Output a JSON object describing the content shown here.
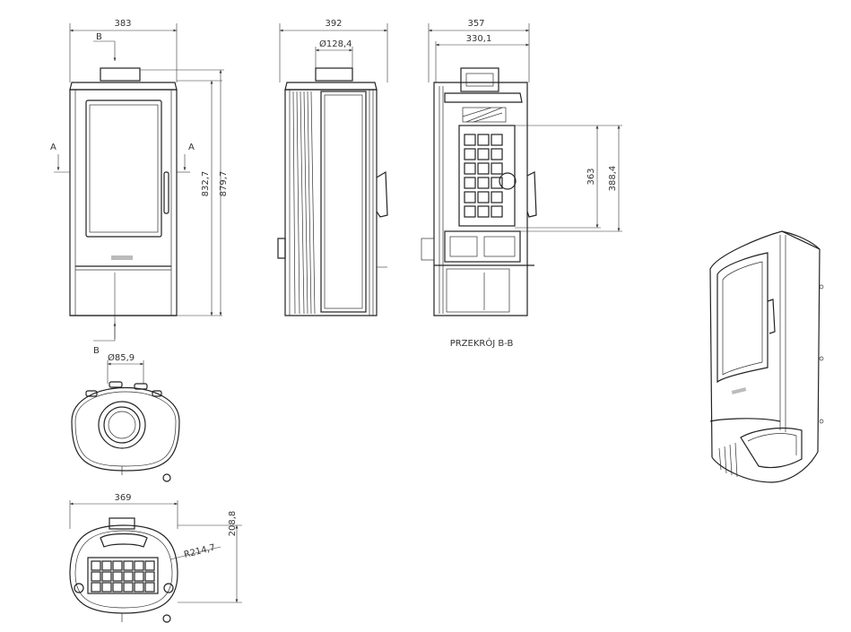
{
  "labels": {
    "front_width": "383",
    "side_width": "392",
    "section_width": "357",
    "section_inner_width": "330,1",
    "flue_diameter_side": "Ø128,4",
    "flue_diameter_top": "Ø85,9",
    "height_door": "832,7",
    "height_total": "879,7",
    "section_h1": "363",
    "section_h2": "388,4",
    "section_label": "PRZEKRÓJ B-B",
    "section_mark_b": "B",
    "section_mark_a": "A",
    "bottom_width": "369",
    "bottom_depth": "208,8",
    "bottom_radius": "R214,7"
  }
}
